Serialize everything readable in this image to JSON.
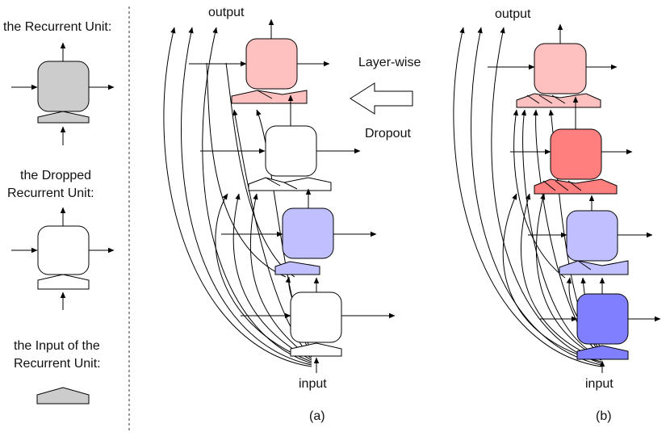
{
  "colors": {
    "recurrent_unit": "#cccccc",
    "dropped_unit": "#ffffff",
    "input_shape": "#cccccc",
    "pink": "#ffc0c0",
    "red": "#ff7f7f",
    "light_blue": "#c0c0ff",
    "blue": "#7f7fff"
  },
  "legend": {
    "recurrent_unit": "the Recurrent Unit:",
    "dropped_unit_line1": "the Dropped",
    "dropped_unit_line2": "Recurrent Unit:",
    "input_line1": "the Input of the",
    "input_line2": "Recurrent Unit:"
  },
  "panel_a": {
    "output": "output",
    "input": "input",
    "caption": "(a)"
  },
  "panel_b": {
    "output": "output",
    "input": "input",
    "caption": "(b)"
  },
  "arrow": {
    "label_top": "Layer-wise",
    "label_bottom": "Dropout"
  }
}
